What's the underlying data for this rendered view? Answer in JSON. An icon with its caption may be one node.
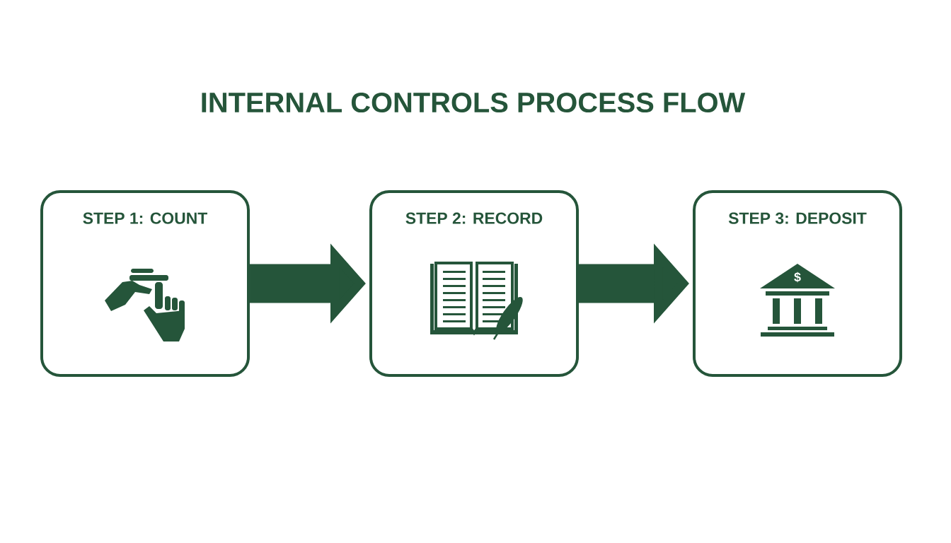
{
  "diagram": {
    "title": "INTERNAL CONTROLS PROCESS FLOW",
    "nodes": [
      {
        "text": [
          "STEP 1: COUNT"
        ]
      },
      {
        "text": [
          "STEP 2: RECORD"
        ]
      },
      {
        "text": [
          "STEP 3: DEPOSIT"
        ]
      }
    ],
    "edges": [
      {
        "from": 0,
        "to": 1,
        "arrow": "to"
      },
      {
        "from": 1,
        "to": 2,
        "arrow": "to"
      }
    ],
    "labels": [
      "$"
    ]
  }
}
